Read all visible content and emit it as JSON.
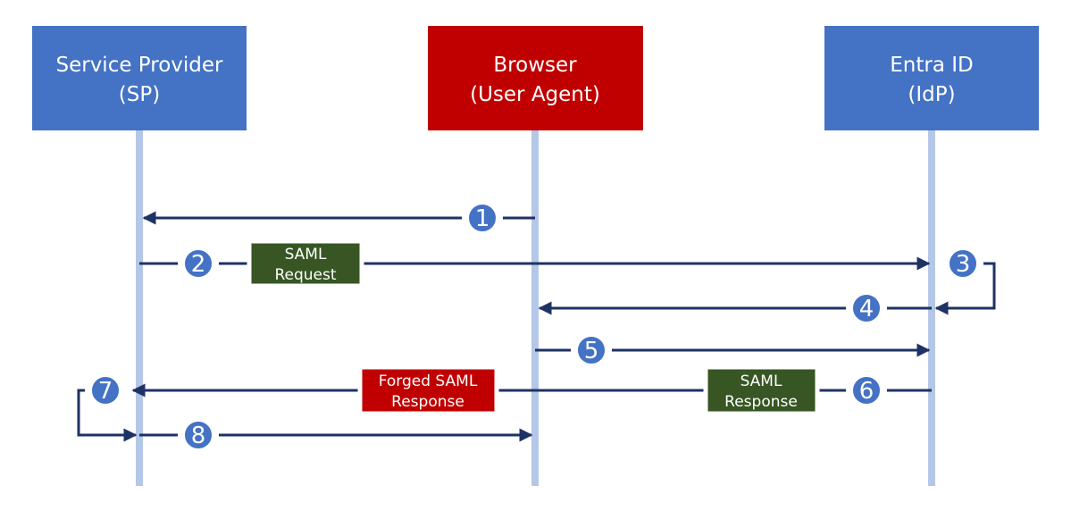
{
  "actors": [
    {
      "id": "sp",
      "line1": "Service Provider",
      "line2": "(SP)",
      "color": "#4472c4"
    },
    {
      "id": "browser",
      "line1": "Browser",
      "line2": "(User Agent)",
      "color": "#c00000"
    },
    {
      "id": "idp",
      "line1": "Entra ID",
      "line2": "(IdP)",
      "color": "#4472c4"
    }
  ],
  "steps": [
    "1",
    "2",
    "3",
    "4",
    "5",
    "6",
    "7",
    "8"
  ],
  "messages": {
    "saml_request": {
      "line1": "SAML",
      "line2": "Request",
      "color": "#375623"
    },
    "forged_response": {
      "line1": "Forged SAML",
      "line2": "Response",
      "color": "#c00000"
    },
    "saml_response": {
      "line1": "SAML",
      "line2": "Response",
      "color": "#375623"
    }
  },
  "colors": {
    "lifeline": "#b4c7e7",
    "arrow": "#1f3264",
    "step_badge": "#4472c4"
  }
}
